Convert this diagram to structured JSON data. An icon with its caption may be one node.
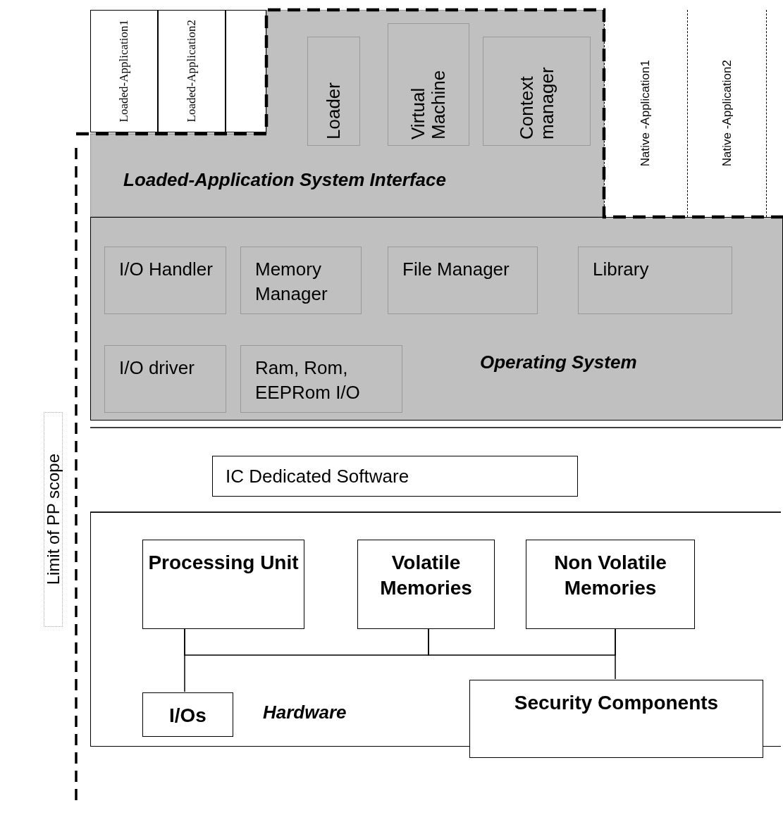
{
  "diagram": {
    "nodes": [
      {
        "text": [
          "Loaded-Application1"
        ]
      },
      {
        "text": [
          "Loaded-Application2"
        ]
      },
      {
        "text": [],
        "shape": "box"
      },
      {
        "text": [
          "Loaded-Application System Interface"
        ]
      },
      {
        "text": [
          "Loader"
        ],
        "in": 3
      },
      {
        "text": [
          "Virtual Machine"
        ],
        "in": 3
      },
      {
        "text": [
          "Context manager"
        ],
        "in": 3
      },
      {
        "text": [
          "Native -Application1"
        ]
      },
      {
        "text": [
          "Native -Application2"
        ]
      },
      {
        "text": [],
        "shape": "box"
      },
      {
        "text": [
          "Operating System"
        ]
      },
      {
        "text": [
          "I/O Handler"
        ],
        "in": 10
      },
      {
        "text": [
          "Memory Manager"
        ],
        "in": 10
      },
      {
        "text": [
          "File Manager"
        ],
        "in": 10
      },
      {
        "text": [
          "Library"
        ],
        "in": 10
      },
      {
        "text": [
          "I/O driver"
        ],
        "in": 10
      },
      {
        "text": [
          "Ram, Rom, EEPRom I/O"
        ],
        "in": 10
      },
      {
        "text": [
          "IC Dedicated Software"
        ]
      },
      {
        "text": [
          "Hardware"
        ]
      },
      {
        "text": [
          "Processing Unit"
        ],
        "in": 18
      },
      {
        "text": [
          "Volatile Memories"
        ],
        "in": 18
      },
      {
        "text": [
          "Non Volatile Memories"
        ],
        "in": 18
      },
      {
        "text": [
          "I/Os"
        ],
        "in": 18
      },
      {
        "text": [
          "Security Components"
        ],
        "in": 18
      }
    ],
    "edges": [
      {
        "from": 19,
        "to": 20,
        "arrow": "none"
      },
      {
        "from": 20,
        "to": 21,
        "arrow": "none"
      },
      {
        "from": 21,
        "to": 23,
        "arrow": "none"
      },
      {
        "from": 19,
        "to": 22,
        "arrow": "none"
      }
    ],
    "labels": [
      "Limit of PP scope"
    ]
  }
}
